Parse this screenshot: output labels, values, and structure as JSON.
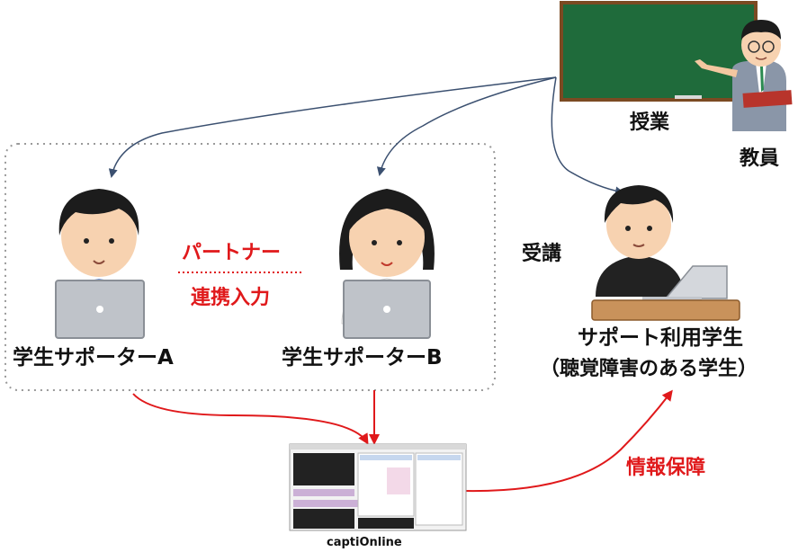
{
  "teacher": {
    "class_label": "授業",
    "role_label": "教員"
  },
  "supporter_a": {
    "label": "学生サポーターA"
  },
  "supporter_b": {
    "label": "学生サポーターB"
  },
  "partnership": {
    "line1": "パートナー",
    "line2": "連携入力"
  },
  "student": {
    "attend_label": "受講",
    "label": "サポート利用学生",
    "sublabel": "（聴覚障害のある学生）"
  },
  "info_guarantee_label": "情報保障",
  "app": {
    "name": "captiOnline"
  },
  "colors": {
    "arrow_blue": "#3b5070",
    "arrow_red": "#e0191b",
    "text_red": "#e0191b",
    "blackboard": "#1f6b3b"
  }
}
